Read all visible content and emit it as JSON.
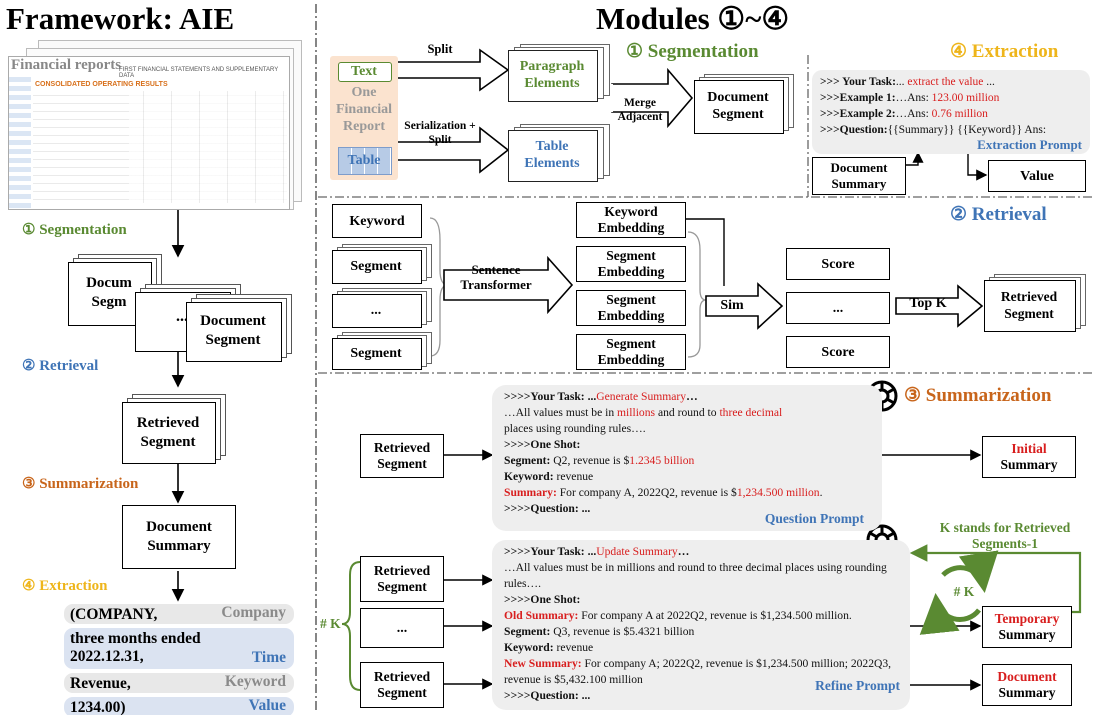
{
  "left": {
    "title": "Framework: AIE",
    "report_title": "Financial reports",
    "report_doc_title": "FIRST FINANCIAL STATEMENTS AND SUPPLEMENTARY DATA",
    "report_section": "CONSOLIDATED OPERATING RESULTS",
    "step1": "① Segmentation",
    "seg_doc_label": "Document Segment",
    "seg_doc_label_a": "Docum",
    "seg_doc_label_b": "Segm",
    "ellipsis": "...",
    "step2": "② Retrieval",
    "retrieved_segment": "Retrieved Segment",
    "step3": "③ Summarization",
    "document_summary": "Document Summary",
    "step4": "④ Extraction",
    "tuples": [
      {
        "text": "(COMPANY,",
        "tag": "Company",
        "color": "#e8e8e8",
        "tag_color": "#8a8a8a"
      },
      {
        "text": "three months ended 2022.12.31,",
        "tag": "Time",
        "color": "#dbe3f1",
        "tag_color": "#3f74b6"
      },
      {
        "text": "Revenue,",
        "tag": "Keyword",
        "color": "#e8e8e8",
        "tag_color": "#8a8a8a"
      },
      {
        "text": "1234.00)",
        "tag": "Value",
        "color": "#dbe3f1",
        "tag_color": "#3f74b6"
      }
    ]
  },
  "right": {
    "title": "Modules ①~④",
    "seg": {
      "title": "① Segmentation",
      "text_label": "Text",
      "report_label": "One Financial Report",
      "table_label": "Table",
      "split": "Split",
      "serial": "Serialization + Split",
      "paragraph": "Paragraph Elements",
      "table_elements": "Table Elements",
      "merge": "Merge Adjacent",
      "document_segment": "Document Segment"
    },
    "ext": {
      "title": "④ Extraction",
      "lines": [
        {
          "b": ">>> Your Task:",
          "n": "... ",
          "r": "extract the value",
          "n2": " ..."
        },
        {
          "b": ">>>Example 1:",
          "n": "…Ans: ",
          "r": "123.00 million",
          "n2": ""
        },
        {
          "b": ">>>Example 2:",
          "n": "…Ans: ",
          "r": "0.76 million",
          "n2": ""
        },
        {
          "b": ">>>Question:",
          "n": "{{Summary}} {{Keyword}} Ans:",
          "r": "",
          "n2": ""
        }
      ],
      "prompt_label": "Extraction Prompt",
      "doc_summary": "Document Summary",
      "value": "Value"
    },
    "ret": {
      "title": "② Retrieval",
      "keyword": "Keyword",
      "segment": "Segment",
      "ellipsis": "...",
      "sentence_transformer": "Sentence Transformer",
      "keyword_embedding": "Keyword Embedding",
      "segment_embedding": "Segment Embedding",
      "sim": "Sim",
      "score": "Score",
      "topk": "Top K",
      "retrieved": "Retrieved Segment"
    },
    "sum": {
      "title": "③ Summarization",
      "retrieved": "Retrieved Segment",
      "ellipsis": "...",
      "q_prompt_label": "Question Prompt",
      "r_prompt_label": "Refine Prompt",
      "initial_a": "Initial",
      "initial_b": "Summary",
      "temporary_a": "Temporary",
      "temporary_b": "Summary",
      "document_a": "Document",
      "document_b": "Summary",
      "k_note": "K stands for Retrieved Segments-1",
      "k_loop": "# K",
      "k_brace": "# K",
      "q_task_b": ">>>>Your Task: ...",
      "q_task_r": "Generate Summary",
      "q_task_end": "…",
      "q_line2_a": "…All values must be in ",
      "q_line2_r1": "millions",
      "q_line2_b": " and round to ",
      "q_line2_r2": "three decimal",
      "q_line3": "places using rounding rules….",
      "q_one_shot": ">>>>One Shot:",
      "q_seg_b": "Segment:",
      "q_seg_n": " Q2, revenue is $",
      "q_seg_r": "1.2345 billion",
      "q_kw_b": "Keyword:",
      "q_kw_n": " revenue",
      "q_sum_r": "Summary:",
      "q_sum_n": " For company A, 2022Q2, revenue is $",
      "q_sum_r2": "1,234.500 million",
      "q_sum_end": ".",
      "q_question": ">>>>Question: ...",
      "r_task_b": ">>>>Your Task: ...",
      "r_task_r": "Update Summary",
      "r_task_end": "…",
      "r_line2": "…All values must be in millions and round to three decimal places using rounding rules….",
      "r_one_shot": ">>>>One Shot:",
      "r_old_r": "Old Summary:",
      "r_old_n": " For company A at 2022Q2, revenue is $1,234.500 million.",
      "r_seg_b": "Segment:",
      "r_seg_n": " Q3, revenue is $5.4321 billion",
      "r_kw_b": "Keyword:",
      "r_kw_n": " revenue",
      "r_new_r": "New Summary:",
      "r_new_n": " For company A; 2022Q2, revenue is $1,234.500 million; 2022Q3, revenue is $5,432.100 million",
      "r_question": ">>>>Question: ..."
    }
  },
  "colors": {
    "green": "#5a8a32",
    "blue": "#3f74b6",
    "orange": "#c8651b",
    "gold": "#eeb51b",
    "red": "#d81e1e",
    "prompt_bg": "#eeeeee",
    "report_bg": "#fbe3cf"
  }
}
